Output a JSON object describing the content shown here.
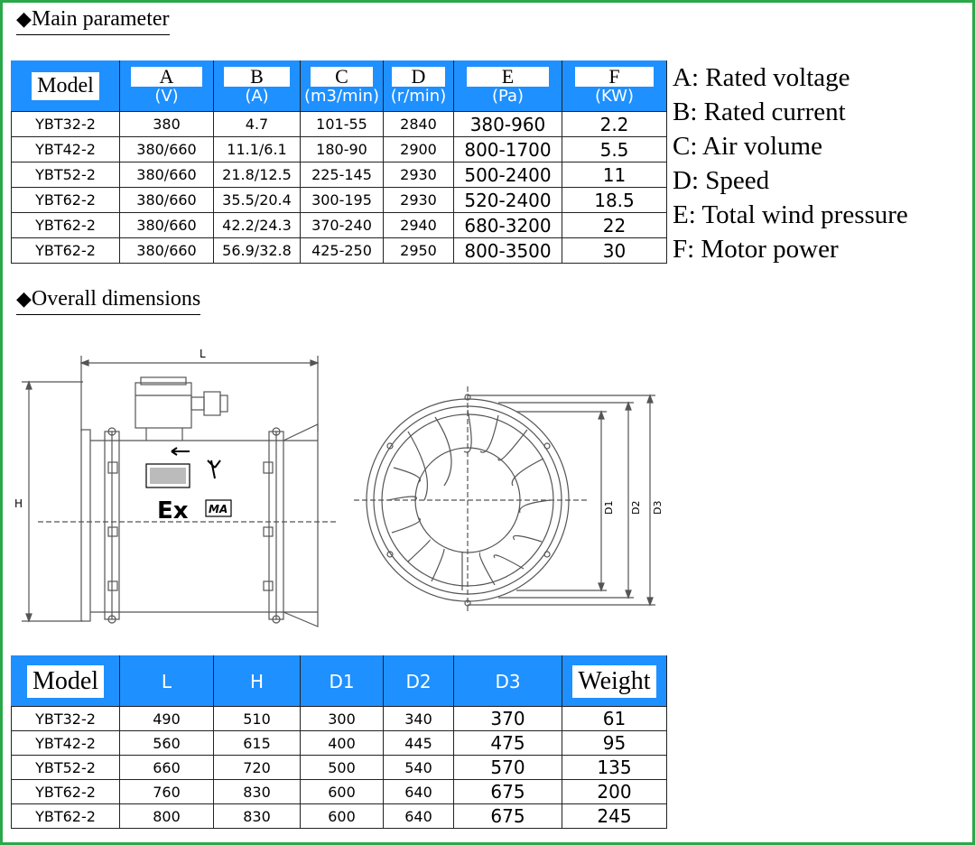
{
  "main_parameter": {
    "title": "Main parameter",
    "columns": [
      {
        "letter": "Model",
        "unit": ""
      },
      {
        "letter": "A",
        "unit": "(V)"
      },
      {
        "letter": "B",
        "unit": "(A)"
      },
      {
        "letter": "C",
        "unit": "(m3/min)"
      },
      {
        "letter": "D",
        "unit": "(r/min)"
      },
      {
        "letter": "E",
        "unit": "(Pa)"
      },
      {
        "letter": "F",
        "unit": "(KW)"
      }
    ],
    "rows": [
      [
        "YBT32-2",
        "380",
        "4.7",
        "101-55",
        "2840",
        "380-960",
        "2.2"
      ],
      [
        "YBT42-2",
        "380/660",
        "11.1/6.1",
        "180-90",
        "2900",
        "800-1700",
        "5.5"
      ],
      [
        "YBT52-2",
        "380/660",
        "21.8/12.5",
        "225-145",
        "2930",
        "500-2400",
        "11"
      ],
      [
        "YBT62-2",
        "380/660",
        "35.5/20.4",
        "300-195",
        "2930",
        "520-2400",
        "18.5"
      ],
      [
        "YBT62-2",
        "380/660",
        "42.2/24.3",
        "370-240",
        "2940",
        "680-3200",
        "22"
      ],
      [
        "YBT62-2",
        "380/660",
        "56.9/32.8",
        "425-250",
        "2950",
        "800-3500",
        "30"
      ]
    ]
  },
  "legend": [
    "A: Rated voltage",
    "B: Rated current",
    "C: Air volume",
    "D: Speed",
    "E: Total wind pressure",
    "F: Motor power"
  ],
  "overall_dimensions": {
    "title": "Overall dimensions",
    "drawing_labels": {
      "L": "L",
      "H": "H",
      "D1": "D1",
      "D2": "D2",
      "D3": "D3",
      "ex": "Ex",
      "ma": "MA"
    },
    "columns": [
      "Model",
      "L",
      "H",
      "D1",
      "D2",
      "D3",
      "Weight"
    ],
    "rows": [
      [
        "YBT32-2",
        "490",
        "510",
        "300",
        "340",
        "370",
        "61"
      ],
      [
        "YBT42-2",
        "560",
        "615",
        "400",
        "445",
        "475",
        "95"
      ],
      [
        "YBT52-2",
        "660",
        "720",
        "500",
        "540",
        "570",
        "135"
      ],
      [
        "YBT62-2",
        "760",
        "830",
        "600",
        "640",
        "675",
        "200"
      ],
      [
        "YBT62-2",
        "800",
        "830",
        "600",
        "640",
        "675",
        "245"
      ]
    ]
  },
  "colors": {
    "header_blue": "#1e90ff",
    "border_green": "#2aa84a"
  }
}
